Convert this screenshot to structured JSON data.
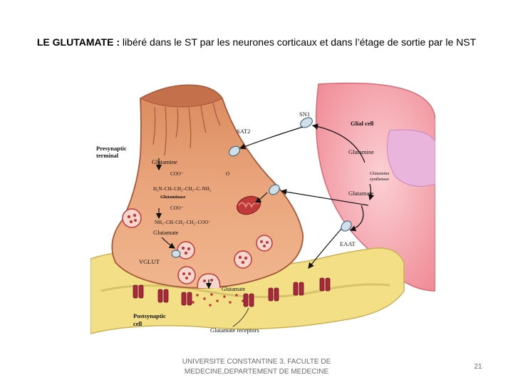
{
  "slide": {
    "title_strong": "LE GLUTAMATE :",
    "title_rest": " libéré dans le ST par les neurones corticaux et  dans l’étage de sortie par le NST",
    "footer_line1": "UNIVERSITE CONSTANTINE 3, FACULTE DE",
    "footer_line2": "MEDECINE,DEPARTEMENT DE MEDECINE",
    "page_number": "21"
  },
  "figure": {
    "labels": {
      "presynaptic_1": "Presynaptic",
      "presynaptic_2": "terminal",
      "sn1": "SN1",
      "sat2": "SAT2",
      "glial_cell": "Glial cell",
      "glutamine_glial": "Glutamine",
      "synthetase_1": "Glutamine",
      "synthetase_2": "synthetase",
      "glutamate_glial": "Glutamate",
      "eaat": "EAAT",
      "glutamine_neuron": "Glutamine",
      "glutaminase": "Glutaminase",
      "glutamate_neuron": "Glutamate",
      "vglut": "VGLUT",
      "glutamate_cleft": "Glutamate",
      "postsynaptic_1": "Postsynaptic",
      "postsynaptic_2": "cell",
      "receptors": "Glutamate receptors",
      "f_coo_top": "COO⁻",
      "f_o": "O",
      "f_glutamine_chain": "H₂N–CH–CH₂–CH₂–C–NH₂",
      "f_coo_mid": "COO⁻",
      "f_glutamate_chain": "NH₃–CH–CH₂–CH₂–COO⁻"
    },
    "colors": {
      "neuron": "#e8a47a",
      "neuron_dark": "#c4704a",
      "glia": "#f4a0a8",
      "glia_light": "#fbd0d4",
      "postsynaptic": "#f2df86",
      "receptor": "#a8283e",
      "vesicle": "#c03a3a"
    }
  }
}
